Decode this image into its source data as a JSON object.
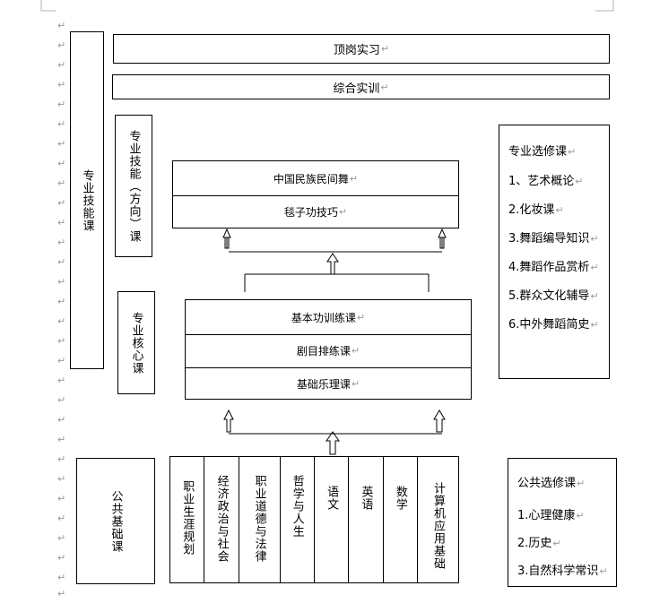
{
  "return_mark": "↵",
  "top": {
    "internship": "顶岗实习",
    "practice": "综合实训"
  },
  "left_labels": {
    "skill_courses": "专业技能课",
    "skill_direction": "专业技能（方向）课",
    "core_courses": "专业核心课",
    "public_basic": "公共基础课"
  },
  "direction_box": {
    "items": [
      "中国民族民间舞",
      "毯子功技巧"
    ]
  },
  "core_box": {
    "items": [
      "基本功训练课",
      "剧目排练课",
      "基础乐理课"
    ]
  },
  "public_courses": [
    "职业生涯规划",
    "经济政治与社会",
    "职业道德与法律",
    "哲学与人生",
    "语文",
    "英语",
    "数学",
    "计算机应用基础"
  ],
  "elective_professional": {
    "title": "专业选修课",
    "items": [
      "1、艺术概论",
      "2.化妆课",
      "3.舞蹈编导知识",
      "4.舞蹈作品赏析",
      "5.群众文化辅导",
      "6.中外舞蹈简史"
    ]
  },
  "elective_public": {
    "title": "公共选修课",
    "items": [
      "1.心理健康",
      "2.历史",
      "3.自然科学常识"
    ]
  }
}
